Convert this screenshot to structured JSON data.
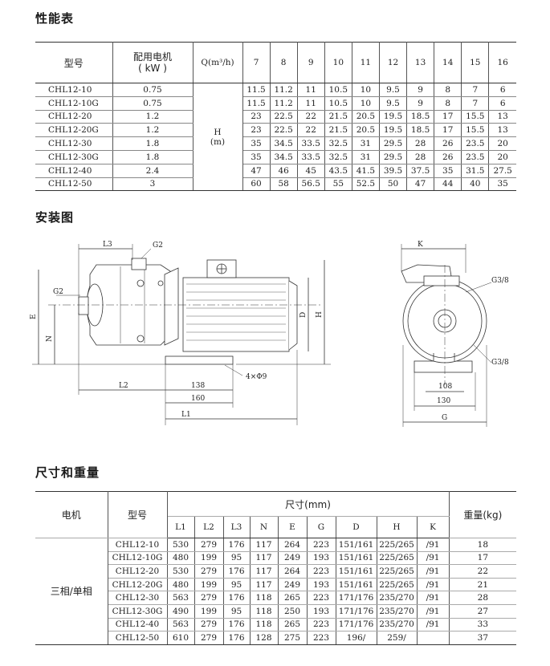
{
  "sections": {
    "performance": "性能表",
    "installation": "安装图",
    "dimensions": "尺寸和重量"
  },
  "performance": {
    "headers": {
      "model": "型号",
      "power_line1": "配用电机",
      "power_line2": "( kW )",
      "flow": "Q(m³/h)"
    },
    "flows": [
      "7",
      "8",
      "9",
      "10",
      "11",
      "12",
      "13",
      "14",
      "15",
      "16"
    ],
    "head_label": "H",
    "head_unit": "(m)",
    "rows": [
      {
        "model": "CHL12-10",
        "power": "0.75",
        "heads": [
          "11.5",
          "11.2",
          "11",
          "10.5",
          "10",
          "9.5",
          "9",
          "8",
          "7",
          "6"
        ]
      },
      {
        "model": "CHL12-10G",
        "power": "0.75",
        "heads": [
          "11.5",
          "11.2",
          "11",
          "10.5",
          "10",
          "9.5",
          "9",
          "8",
          "7",
          "6"
        ]
      },
      {
        "model": "CHL12-20",
        "power": "1.2",
        "heads": [
          "23",
          "22.5",
          "22",
          "21.5",
          "20.5",
          "19.5",
          "18.5",
          "17",
          "15.5",
          "13"
        ]
      },
      {
        "model": "CHL12-20G",
        "power": "1.2",
        "heads": [
          "23",
          "22.5",
          "22",
          "21.5",
          "20.5",
          "19.5",
          "18.5",
          "17",
          "15.5",
          "13"
        ]
      },
      {
        "model": "CHL12-30",
        "power": "1.8",
        "heads": [
          "35",
          "34.5",
          "33.5",
          "32.5",
          "31",
          "29.5",
          "28",
          "26",
          "23.5",
          "20"
        ]
      },
      {
        "model": "CHL12-30G",
        "power": "1.8",
        "heads": [
          "35",
          "34.5",
          "33.5",
          "32.5",
          "31",
          "29.5",
          "28",
          "26",
          "23.5",
          "20"
        ]
      },
      {
        "model": "CHL12-40",
        "power": "2.4",
        "heads": [
          "47",
          "46",
          "45",
          "43.5",
          "41.5",
          "39.5",
          "37.5",
          "35",
          "31.5",
          "27.5"
        ]
      },
      {
        "model": "CHL12-50",
        "power": "3",
        "heads": [
          "60",
          "58",
          "56.5",
          "55",
          "52.5",
          "50",
          "47",
          "44",
          "40",
          "35"
        ]
      }
    ]
  },
  "drawing_labels": {
    "L3": "L3",
    "G2_top": "G2",
    "G2_left": "G2",
    "E": "E",
    "N": "N",
    "D": "D",
    "H": "H",
    "L2": "L2",
    "dim138": "138",
    "dim160": "160",
    "L1": "L1",
    "holes": "4×Φ9",
    "K": "K",
    "G38_top": "G3/8",
    "G38_bottom": "G3/8",
    "dim108": "108",
    "dim130": "130",
    "G": "G"
  },
  "dimensions": {
    "headers": {
      "motor": "电机",
      "model": "型号",
      "size": "尺寸(mm)",
      "weight": "重量(kg)",
      "cols": [
        "L1",
        "L2",
        "L3",
        "N",
        "E",
        "G",
        "D",
        "H",
        "K"
      ]
    },
    "motor_type": "三相/单相",
    "rows": [
      {
        "model": "CHL12-10",
        "vals": [
          "530",
          "279",
          "176",
          "117",
          "264",
          "223",
          "151/161",
          "225/265",
          "/91"
        ],
        "weight": "18"
      },
      {
        "model": "CHL12-10G",
        "vals": [
          "480",
          "199",
          "95",
          "117",
          "249",
          "193",
          "151/161",
          "225/265",
          "/91"
        ],
        "weight": "17"
      },
      {
        "model": "CHL12-20",
        "vals": [
          "530",
          "279",
          "176",
          "117",
          "264",
          "223",
          "151/161",
          "225/265",
          "/91"
        ],
        "weight": "22"
      },
      {
        "model": "CHL12-20G",
        "vals": [
          "480",
          "199",
          "95",
          "117",
          "249",
          "193",
          "151/161",
          "225/265",
          "/91"
        ],
        "weight": "21"
      },
      {
        "model": "CHL12-30",
        "vals": [
          "563",
          "279",
          "176",
          "118",
          "265",
          "223",
          "171/176",
          "235/270",
          "/91"
        ],
        "weight": "28"
      },
      {
        "model": "CHL12-30G",
        "vals": [
          "490",
          "199",
          "95",
          "118",
          "250",
          "193",
          "171/176",
          "235/270",
          "/91"
        ],
        "weight": "27"
      },
      {
        "model": "CHL12-40",
        "vals": [
          "563",
          "279",
          "176",
          "118",
          "265",
          "223",
          "171/176",
          "235/270",
          "/91"
        ],
        "weight": "33"
      },
      {
        "model": "CHL12-50",
        "vals": [
          "610",
          "279",
          "176",
          "128",
          "275",
          "223",
          "196/",
          "259/",
          ""
        ],
        "weight": "37"
      }
    ]
  }
}
